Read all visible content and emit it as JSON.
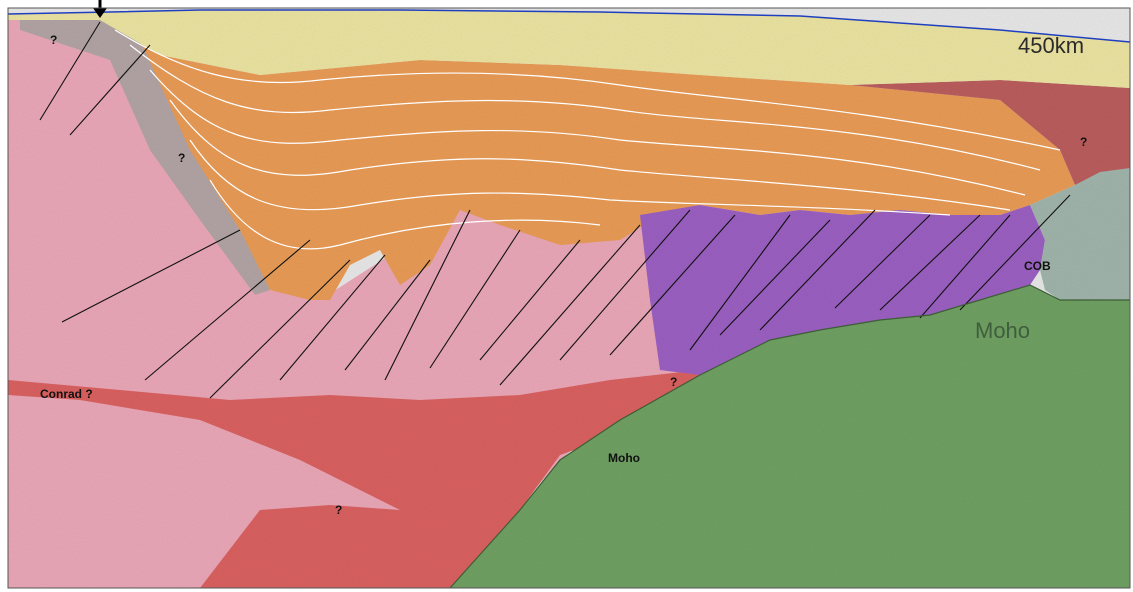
{
  "figure": {
    "scale_label": "450km",
    "labels": {
      "conrad": "Conrad ?",
      "moho_upper": "Moho",
      "moho_lower": "Moho",
      "cob": "COB",
      "q_top_left": "?",
      "q_mid_left": "?",
      "q_right": "?",
      "q_moho": "?",
      "q_bottom": "?"
    },
    "colors": {
      "sea": "#e6e6e6",
      "sediment": "#e9e2a0",
      "syn_rift": "#e79a55",
      "upper_crust": "#e8a6b6",
      "lower_crust": "#d86060",
      "exhumed_mantle": "#9a5fc0",
      "mantle": "#6f9f62",
      "ocean_crust": "#9fb3aa",
      "grey_wedge": "#b1a3a3",
      "outer_red": "#b95c5c"
    }
  }
}
